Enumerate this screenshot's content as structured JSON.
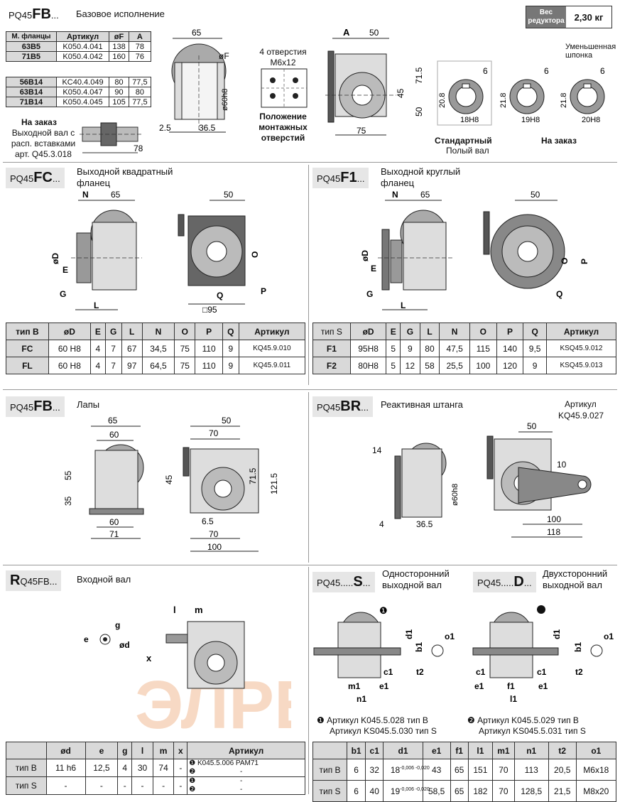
{
  "base": {
    "prefix": "PQ45",
    "code": "FB",
    "dots": "...",
    "title": "Базовое исполнение",
    "weight_label": "Вес редуктора",
    "weight_value": "2,30 кг",
    "flange_table": {
      "headers": [
        "М. фланцы",
        "Артикул",
        "øF",
        "A"
      ],
      "rows": [
        [
          "63B5",
          "K050.4.041",
          "138",
          "78"
        ],
        [
          "71B5",
          "K050.4.042",
          "160",
          "76"
        ],
        [
          "",
          "",
          "",
          ""
        ],
        [
          "56B14",
          "KC40.4.049",
          "80",
          "77,5"
        ],
        [
          "63B14",
          "K050.4.047",
          "90",
          "80"
        ],
        [
          "71B14",
          "K050.4.045",
          "105",
          "77,5"
        ]
      ]
    },
    "order_note_title": "На заказ",
    "order_note_text": "Выходной вал с расп. вставками арт. Q45.3.018",
    "holes_label": "4 отверстия M6x12",
    "mount_label": "Положение монтажных отверстий",
    "dims": {
      "d65": "65",
      "dF": "øF",
      "d60h8": "ø60h8",
      "d2_5": "2.5",
      "d36_5": "36.5",
      "d78": "78",
      "dA": "A",
      "d50": "50",
      "d45": "45",
      "d71_5": "71.5",
      "d50b": "50",
      "d75": "75"
    },
    "shafts": [
      {
        "w": "6",
        "d": "20.8",
        "bore": "18H8",
        "caption": "Стандартный",
        "sub": "Полый вал"
      },
      {
        "w": "6",
        "d": "21.8",
        "bore": "19H8",
        "caption": "На заказ",
        "sub": ""
      },
      {
        "w": "6",
        "d": "21.8",
        "bore": "20H8",
        "caption": "",
        "sub": ""
      }
    ],
    "reduced_key": "Уменьшенная шпонка"
  },
  "fc": {
    "prefix": "PQ45",
    "code": "FC",
    "dots": "...",
    "title": "Выходной квадратный фланец",
    "dims": {
      "N": "N",
      "d65": "65",
      "d50": "50",
      "D": "øD",
      "E": "E",
      "G": "G",
      "L": "L",
      "O": "O",
      "Q": "Q",
      "P": "P",
      "sq95": "□95"
    },
    "headers": [
      "тип B",
      "øD",
      "E",
      "G",
      "L",
      "N",
      "O",
      "P",
      "Q",
      "Артикул"
    ],
    "rows": [
      [
        "FC",
        "60 H8",
        "4",
        "7",
        "67",
        "34,5",
        "75",
        "110",
        "9",
        "KQ45.9.010"
      ],
      [
        "FL",
        "60 H8",
        "4",
        "7",
        "97",
        "64,5",
        "75",
        "110",
        "9",
        "KQ45.9.011"
      ]
    ]
  },
  "f1": {
    "prefix": "PQ45",
    "code": "F1",
    "dots": "...",
    "title": "Выходной круглый фланец",
    "dims": {
      "N": "N",
      "d65": "65",
      "d50": "50",
      "D": "øD",
      "E": "E",
      "G": "G",
      "L": "L",
      "O": "O",
      "P": "P",
      "Q": "Q"
    },
    "headers": [
      "тип S",
      "øD",
      "E",
      "G",
      "L",
      "N",
      "O",
      "P",
      "Q",
      "Артикул"
    ],
    "rows": [
      [
        "F1",
        "95H8",
        "5",
        "9",
        "80",
        "47,5",
        "115",
        "140",
        "9,5",
        "KSQ45.9.012"
      ],
      [
        "F2",
        "80H8",
        "5",
        "12",
        "58",
        "25,5",
        "100",
        "120",
        "9",
        "KSQ45.9.013"
      ]
    ]
  },
  "feet": {
    "prefix": "PQ45",
    "code": "FB",
    "dots": "...",
    "title": "Лапы",
    "dims": {
      "d65": "65",
      "d60": "60",
      "d55": "55",
      "d35": "35",
      "d60b": "60",
      "d71": "71",
      "d70": "70",
      "d50": "50",
      "d45": "45",
      "d71_5": "71.5",
      "d121_5": "121.5",
      "d6_5": "6.5",
      "d70b": "70",
      "d100": "100"
    }
  },
  "br": {
    "prefix": "PQ45",
    "code": "BR",
    "dots": "...",
    "title": "Реактивная штанга",
    "article_label": "Артикул",
    "article": "KQ45.9.027",
    "dims": {
      "d14": "14",
      "d60h8": "ø60h8",
      "d4": "4",
      "d36_5": "36.5",
      "d50": "50",
      "d10": "10",
      "d100": "100",
      "d118": "118"
    }
  },
  "input": {
    "prefix": "Q45FB",
    "lead": "R",
    "dots": "...",
    "title": "Входной вал",
    "dims": {
      "l": "l",
      "m": "m",
      "g": "g",
      "e": "e",
      "d": "ød",
      "x": "x"
    },
    "headers": [
      "",
      "ød",
      "e",
      "g",
      "l",
      "m",
      "x",
      "Артикул"
    ],
    "rows": [
      [
        "тип B",
        "11 h6",
        "12,5",
        "4",
        "30",
        "74",
        "-",
        "K045.5.006 PAM71",
        "-"
      ],
      [
        "тип S",
        "-",
        "-",
        "-",
        "-",
        "-",
        "-",
        "-",
        "-"
      ]
    ],
    "watermark": "ЭЛРЕ"
  },
  "shaft_s": {
    "prefix": "PQ45",
    "code": "S",
    "dots": ".....",
    "title": "Односторонний выходной вал",
    "note1": "Артикул K045.5.028  тип B",
    "note2": "Артикул KS045.5.030  тип S"
  },
  "shaft_d": {
    "prefix": "PQ45",
    "code": "D",
    "dots": ".....",
    "title": "Двухсторонний выходной вал",
    "note1": "Артикул K045.5.029  тип B",
    "note2": "Артикул KS045.5.031  тип S"
  },
  "shaft_dims": {
    "d1": "d1",
    "b1": "b1",
    "o1": "o1",
    "t2": "t2",
    "c1": "c1",
    "e1": "e1",
    "m1": "m1",
    "n1": "n1",
    "f1": "f1",
    "l1": "l1",
    "marker1": "❶",
    "marker2": "❷"
  },
  "shaft_table": {
    "headers": [
      "",
      "b1",
      "c1",
      "d1",
      "e1",
      "f1",
      "l1",
      "m1",
      "n1",
      "t2",
      "o1"
    ],
    "rows": [
      [
        "тип B",
        "6",
        "32",
        "18",
        "-0,006 -0,020",
        "43",
        "65",
        "151",
        "70",
        "113",
        "20,5",
        "M6x18"
      ],
      [
        "тип S",
        "6",
        "40",
        "19",
        "-0,006 -0,020",
        "58,5",
        "65",
        "182",
        "70",
        "128,5",
        "21,5",
        "M8x20"
      ]
    ]
  }
}
